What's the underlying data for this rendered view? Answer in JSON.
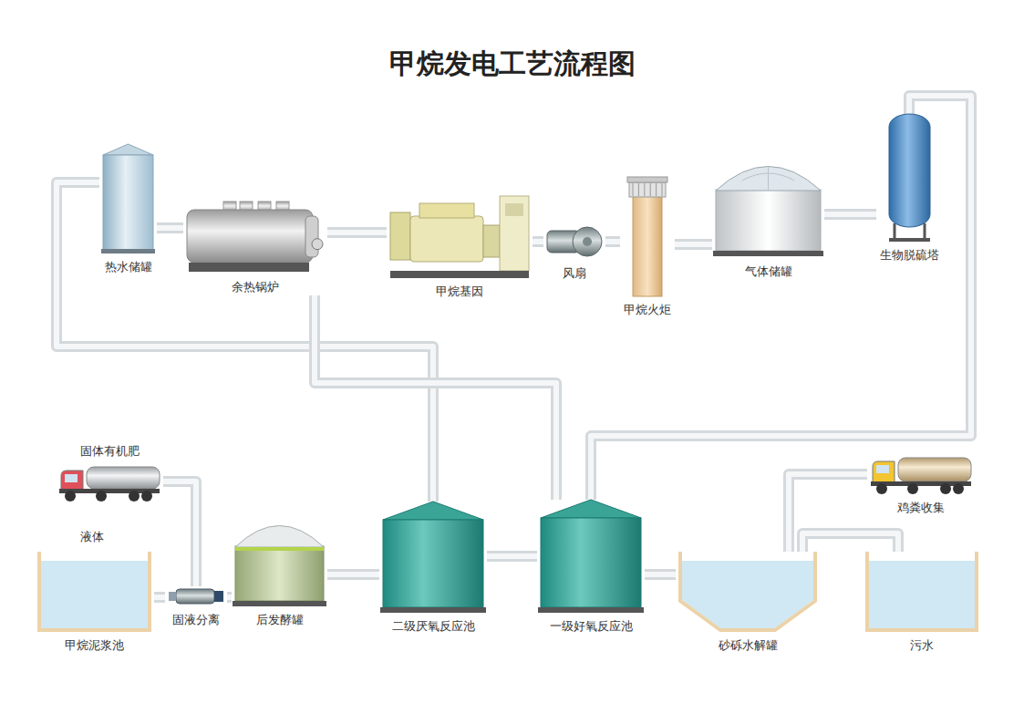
{
  "diagram": {
    "title": "甲烷发电工艺流程图",
    "nodes": [
      {
        "text": [
          "热水储罐"
        ]
      },
      {
        "text": [
          "余热锅炉"
        ]
      },
      {
        "text": [
          "甲烷基因"
        ]
      },
      {
        "text": [
          "风扇"
        ]
      },
      {
        "text": [
          "甲烷火炬"
        ]
      },
      {
        "text": [
          "气体储罐"
        ]
      },
      {
        "text": [
          "生物脱硫塔"
        ]
      },
      {
        "text": [
          "固体有机肥"
        ]
      },
      {
        "text": [
          "甲烷泥浆池"
        ]
      },
      {
        "text": [
          "固液分离"
        ]
      },
      {
        "text": [
          "后发酵罐"
        ]
      },
      {
        "text": [
          "二级厌氧反应池"
        ]
      },
      {
        "text": [
          "一级好氧反应池"
        ]
      },
      {
        "text": [
          "砂砾水解罐"
        ]
      },
      {
        "text": [
          "鸡粪收集"
        ]
      },
      {
        "text": [
          "污水"
        ]
      }
    ],
    "edges": [
      {
        "from": 14,
        "to": 13,
        "arrow": "none"
      },
      {
        "from": 15,
        "to": 13,
        "arrow": "none"
      },
      {
        "from": 13,
        "to": 12,
        "arrow": "none"
      },
      {
        "from": 12,
        "to": 11,
        "arrow": "none"
      },
      {
        "from": 11,
        "to": 10,
        "arrow": "none"
      },
      {
        "from": 10,
        "to": 9,
        "arrow": "none"
      },
      {
        "from": 9,
        "to": 8,
        "arrow": "none"
      },
      {
        "from": 9,
        "to": 7,
        "arrow": "none"
      },
      {
        "from": 12,
        "to": 6,
        "arrow": "none"
      },
      {
        "from": 6,
        "to": 5,
        "arrow": "none"
      },
      {
        "from": 5,
        "to": 4,
        "arrow": "none"
      },
      {
        "from": 4,
        "to": 3,
        "arrow": "none"
      },
      {
        "from": 3,
        "to": 2,
        "arrow": "none"
      },
      {
        "from": 2,
        "to": 1,
        "arrow": "none"
      },
      {
        "from": 1,
        "to": 0,
        "arrow": "none"
      },
      {
        "from": 0,
        "to": 11,
        "arrow": "none"
      },
      {
        "from": 1,
        "to": 12,
        "arrow": "none"
      }
    ],
    "labels": [
      "液体"
    ]
  }
}
